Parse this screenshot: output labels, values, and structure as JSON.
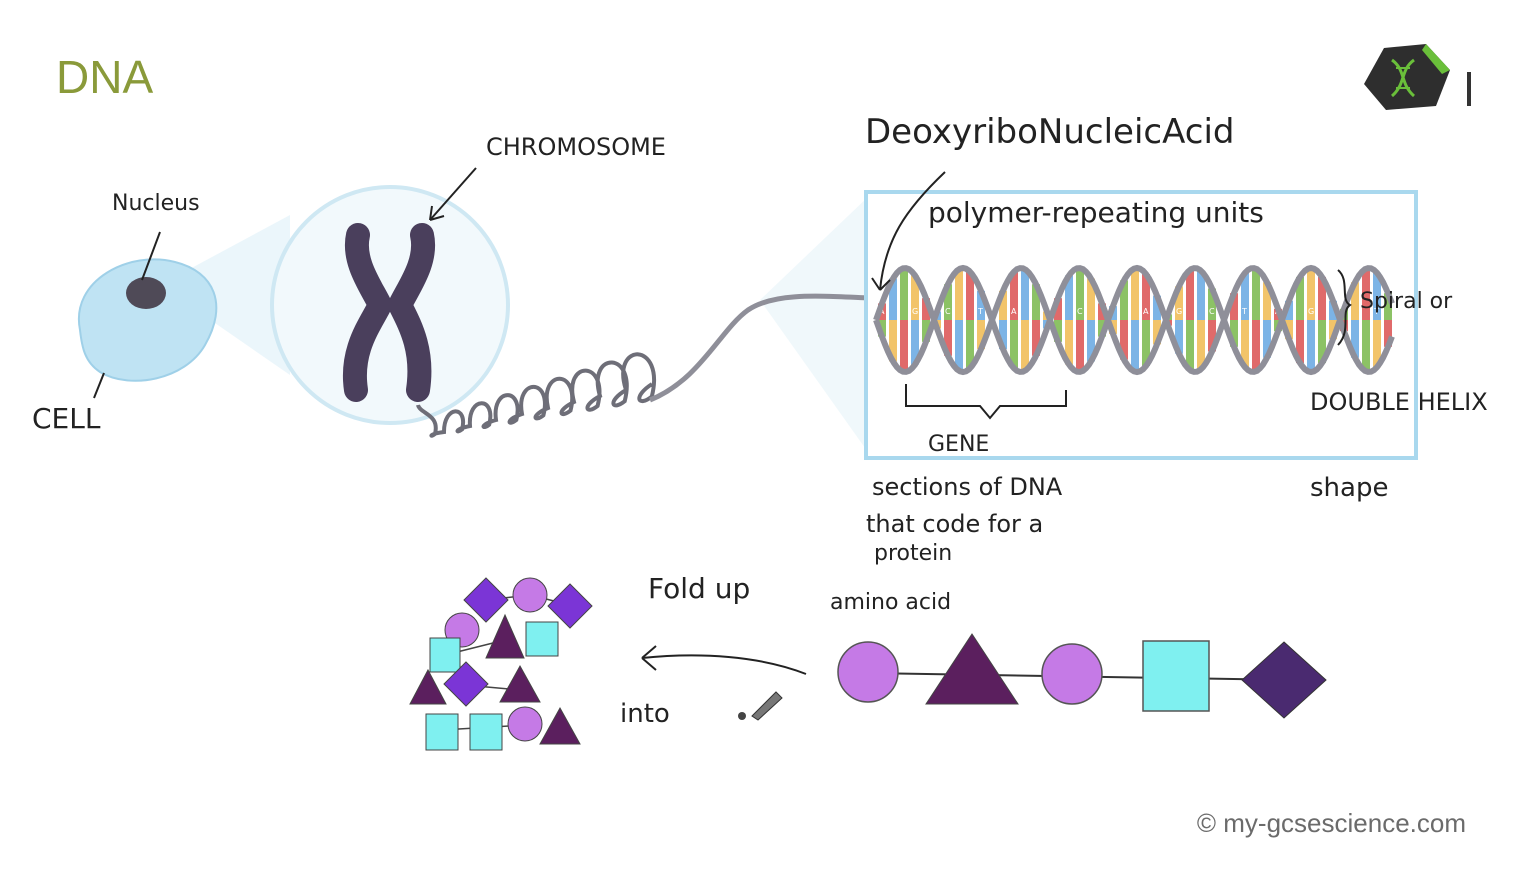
{
  "title": "DNA",
  "labels": {
    "nucleus": "Nucleus",
    "cell": "CELL",
    "chromosome": "CHROMOSOME",
    "dna_full_name": "DeoxyriboNucleicAcid",
    "polymer": "polymer-repeating units",
    "spiral_or": "Spiral or",
    "double_helix": "DOUBLE HELIX",
    "shape": "shape",
    "gene": "GENE",
    "gene_desc_1": "sections of DNA",
    "gene_desc_2": "that code for a",
    "gene_desc_3": "protein",
    "fold_up": "Fold up",
    "into": "into",
    "amino_acid": "amino acid"
  },
  "base_letters": [
    "A",
    "T",
    "C",
    "G"
  ],
  "colors": {
    "title": "#8a9a3a",
    "cell": "#bfe3f3",
    "chromosome": "#4a3f5c",
    "box": "#a9d8ee",
    "strand": "#8f8f99",
    "base_red": "#e06a6a",
    "base_blue": "#7cb4e6",
    "base_green": "#8cc265",
    "base_yellow": "#f2c46a",
    "purple_light": "#c57ae6",
    "purple_dark": "#5b1f5e",
    "purple_violet": "#7b35d6",
    "cyan": "#7ff0f0",
    "indigo": "#4a2a70"
  },
  "chain": [
    "circle",
    "triangle",
    "circle",
    "square",
    "diamond"
  ],
  "credit": "© my-gcsescience.com"
}
